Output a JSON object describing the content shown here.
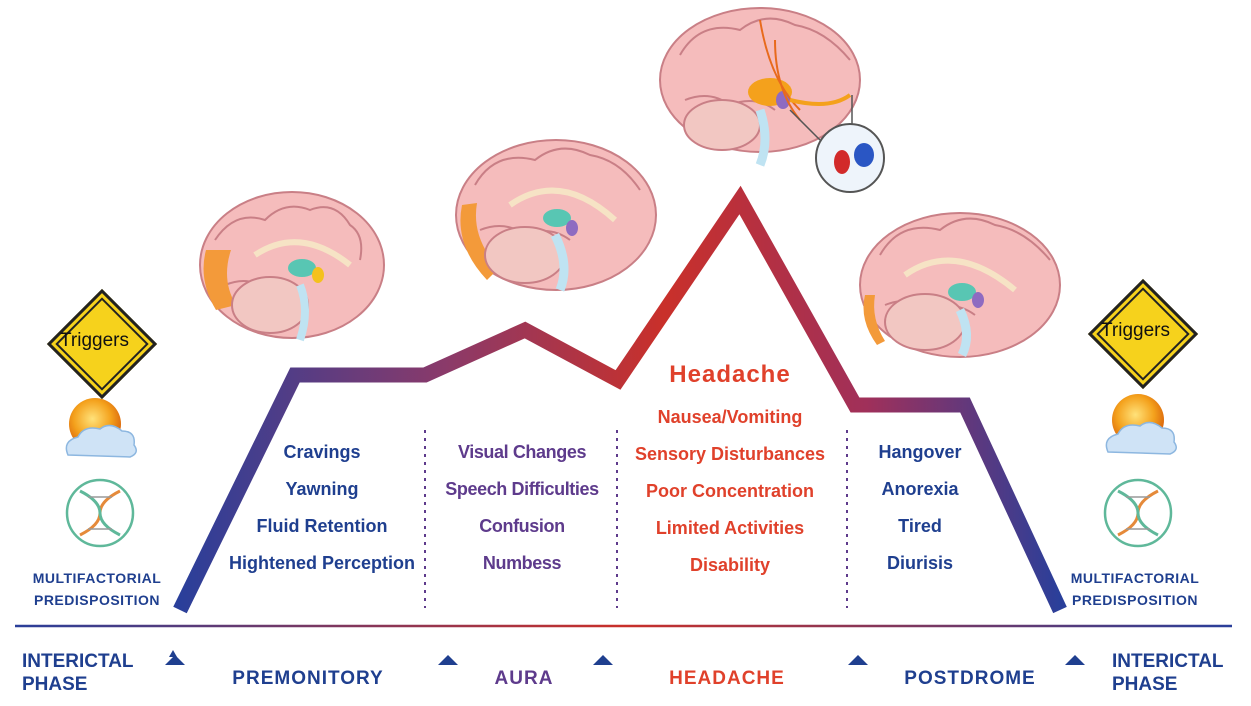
{
  "triggers": {
    "left_label": "Triggers",
    "right_label": "Triggers"
  },
  "predisposition": {
    "left": [
      "MULTIFACTORIAL",
      "PREDISPOSITION"
    ],
    "right": [
      "MULTIFACTORIAL",
      "PREDISPOSITION"
    ]
  },
  "symptoms": {
    "premonitory": [
      "Cravings",
      "Yawning",
      "Fluid Retention",
      "Hightened Perception"
    ],
    "aura": [
      "Visual Changes",
      "Speech Difficulties",
      "Confusion",
      "Numbess"
    ],
    "headache_title": "Headache",
    "headache": [
      "Nausea/Vomiting",
      "Sensory Disturbances",
      "Poor Concentration",
      "Limited Activities",
      "Disability"
    ],
    "postdrome": [
      "Hangover",
      "Anorexia",
      "Tired",
      "Diurisis"
    ]
  },
  "phases": {
    "interictal_left": [
      "INTERICTAL",
      "PHASE"
    ],
    "premonitory": "PREMONITORY",
    "aura": "AURA",
    "headache": "HEADACHE",
    "postdrome": "POSTDROME",
    "interictal_right": [
      "INTERICTAL",
      "PHASE"
    ]
  },
  "colors": {
    "blue": "#1f3f8f",
    "purple": "#5e3b8c",
    "red": "#e0412b",
    "brain": "#f4b8b8"
  }
}
